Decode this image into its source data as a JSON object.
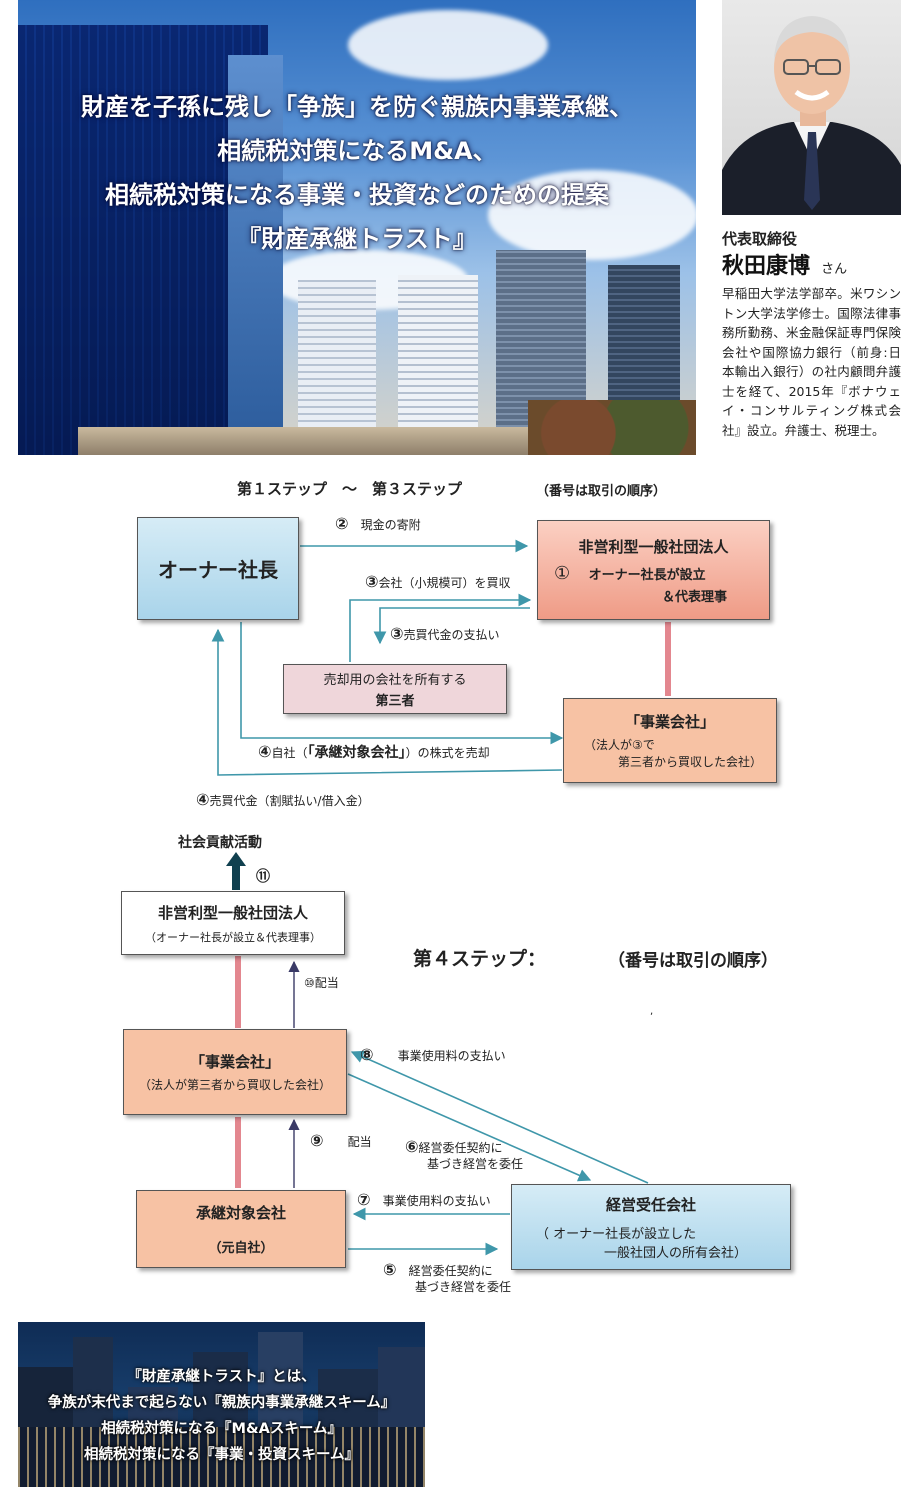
{
  "hero": {
    "lines": [
      "財産を子孫に残し「争族」を防ぐ親族内事業承継、",
      "相続税対策になるM&A、",
      "相続税対策になる事業・投資などのための提案",
      "『財産承継トラスト』"
    ]
  },
  "profile": {
    "role": "代表取締役",
    "name": "秋田康博",
    "suffix": "さん",
    "bio": "早稲田大学法学部卒。米ワシントン大学法学修士。国際法律事務所勤務、米金融保証専門保険会社や国際協力銀行（前身:日本輸出入銀行）の社内顧問弁護士を経て、2015年『ボナウェイ・コンサルティング株式会社』設立。弁護士、税理士。"
  },
  "step13": {
    "heading": "第１ステップ　～　第３ステップ",
    "note": "（番号は取引の順序）",
    "owner": "オーナー社長",
    "assoc_title": "非営利型一般社団法人",
    "assoc_num": "①",
    "assoc_line1": "オーナー社長が設立",
    "assoc_line2": "＆代表理事",
    "third_line1": "売却用の会社を所有する",
    "third_line2": "第三者",
    "biz_title": "「事業会社」",
    "biz_line1": "（法人が③で",
    "biz_line2": "第三者から買収した会社）",
    "l2_num": "②",
    "l2_text": "現金の寄附",
    "l3a_num": "③",
    "l3a_text": "会社（小規模可）を買収",
    "l3b_num": "③",
    "l3b_text": "売買代金の支払い",
    "l4a_num": "④",
    "l4a_pre": "自社（",
    "l4a_bold": "「承継対象会社」",
    "l4a_post": "）の株式を売却",
    "l4b_num": "④",
    "l4b_text": "売買代金（割賦払い/借入金）"
  },
  "step4": {
    "heading": "第４ステップ：",
    "note": "（番号は取引の順序）",
    "social": "社会貢献活動",
    "l11": "⑪",
    "assoc_title": "非営利型一般社団法人",
    "assoc_sub": "（オーナー社長が設立＆代表理事）",
    "l10": "⑩配当",
    "biz_title": "「事業会社」",
    "biz_sub": "（法人が第三者から買収した会社）",
    "l8_num": "⑧",
    "l8_text": "事業使用料の支払い",
    "l9_num": "⑨",
    "l9_text": "配当",
    "l6_num": "⑥",
    "l6_line1": "経営委任契約に",
    "l6_line2": "基づき経営を委任",
    "target_title": "承継対象会社",
    "target_sub": "（元自社）",
    "l7_num": "⑦",
    "l7_text": "事業使用料の支払い",
    "mgmt_title": "経営受任会社",
    "mgmt_line1": "（ オーナー社長が設立した",
    "mgmt_line2": "一般社団人の所有会社）",
    "l5_num": "⑤",
    "l5_line1": "経営委任契約に",
    "l5_line2": "基づき経営を委任",
    "stray": ","
  },
  "banner": {
    "lines": [
      "『財産承継トラスト』とは、",
      "争族が末代まで起らない『親族内事業承継スキーム』",
      "相続税対策になる『M&Aスキーム』",
      "相続税対策になる『事業・投資スキーム』"
    ]
  }
}
